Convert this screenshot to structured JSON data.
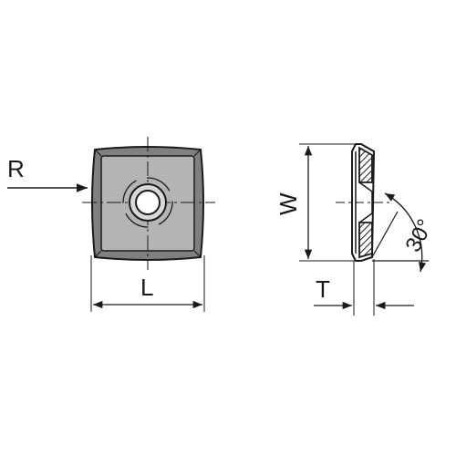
{
  "labels": {
    "radius": "R",
    "length": "L",
    "width": "W",
    "thickness": "T",
    "angle": "30°"
  },
  "colors": {
    "stroke": "#1a1a1a",
    "face_fill": "#b4b4b4",
    "bevel_fill": "#808080",
    "hatch_fill": "#9a9a9a"
  }
}
